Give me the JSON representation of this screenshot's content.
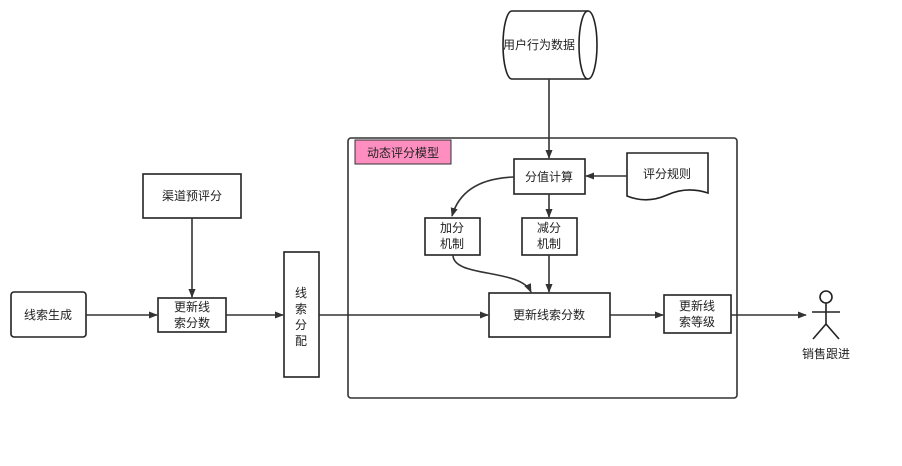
{
  "nodes": {
    "user_behavior_data": "用户行为数据",
    "model_title": "动态评分模型",
    "score_calc": "分值计算",
    "score_rules": "评分规则",
    "add_mechanism": [
      "加分",
      "机制"
    ],
    "sub_mechanism": [
      "减分",
      "机制"
    ],
    "update_score": "更新线索分数",
    "update_level": [
      "更新线",
      "索等级"
    ],
    "channel_prescore": "渠道预评分",
    "lead_gen": "线索生成",
    "update_lead_score": [
      "更新线",
      "索分数"
    ],
    "lead_assign": [
      "线",
      "索",
      "分",
      "配"
    ],
    "sales_follow": "销售跟进"
  },
  "colors": {
    "stroke": "#222222",
    "title_fill": "#ff8ec0",
    "background": "#ffffff"
  }
}
